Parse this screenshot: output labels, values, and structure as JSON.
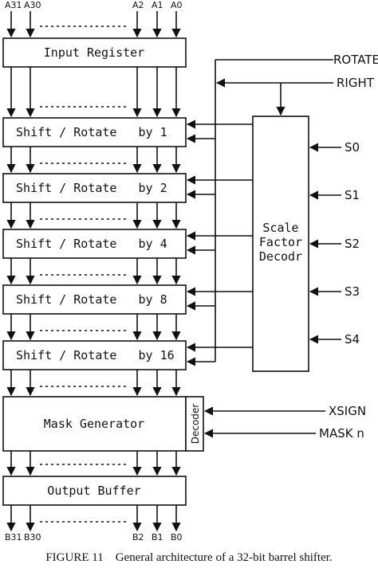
{
  "inputs": {
    "a31": "A31",
    "a30": "A30",
    "a2": "A2",
    "a1": "A1",
    "a0": "A0"
  },
  "outputs": {
    "b31": "B31",
    "b30": "B30",
    "b2": "B2",
    "b1": "B1",
    "b0": "B0"
  },
  "blocks": {
    "input_register": "Input Register",
    "shift_rotate_1": "Shift / Rotate   by 1",
    "shift_rotate_2": "Shift / Rotate   by 2",
    "shift_rotate_4": "Shift / Rotate   by 4",
    "shift_rotate_8": "Shift / Rotate   by 8",
    "shift_rotate_16": "Shift / Rotate   by 16",
    "mask_generator": "Mask Generator",
    "decoder": "Decoder",
    "output_buffer": "Output Buffer",
    "scale_factor_decoder": [
      "Scale",
      "Factor",
      "Decodr"
    ]
  },
  "signals": {
    "rotate": "ROTATE",
    "right": "RIGHT",
    "s0": "S0",
    "s1": "S1",
    "s2": "S2",
    "s3": "S3",
    "s4": "S4",
    "xsign": "XSIGN",
    "mask_n": "MASK n"
  },
  "caption": "FIGURE 11    General architecture of a 32-bit barrel shifter."
}
